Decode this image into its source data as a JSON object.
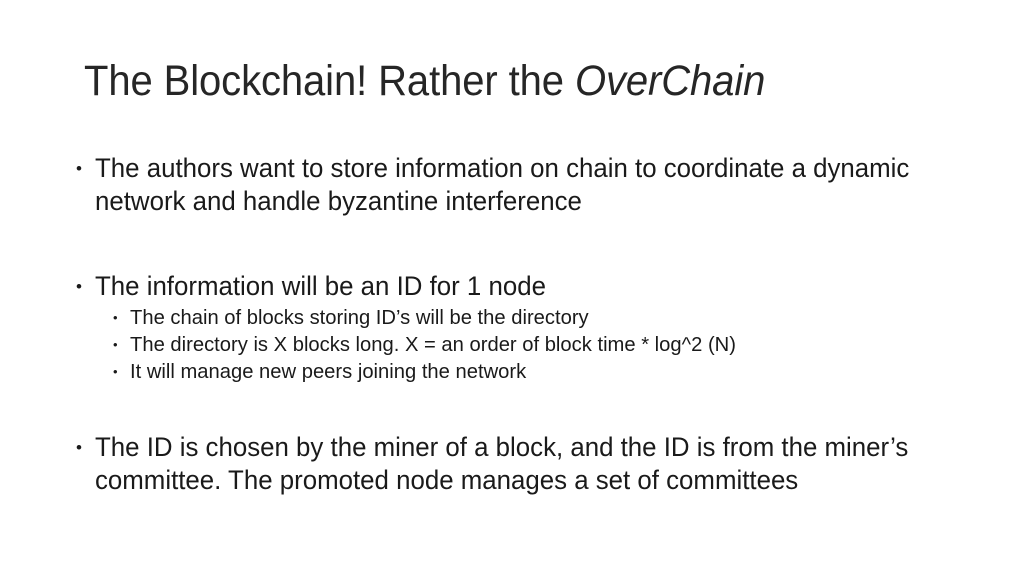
{
  "slide": {
    "background_color": "#ffffff",
    "text_color": "#1a1a1a",
    "title_color": "#262626",
    "title": {
      "lead": "The Blockchain! Rather the ",
      "emphasis": "OverChain",
      "full": "The Blockchain! Rather the OverChain"
    },
    "bullet_glyph": "•",
    "content": [
      {
        "level": 1,
        "text": "The authors want to store information on chain to coordinate a dynamic network and handle byzantine interference"
      },
      {
        "level": 1,
        "text": "The information will be an ID for 1 node"
      },
      {
        "level": 2,
        "text": "The chain of blocks storing ID’s will be the directory"
      },
      {
        "level": 2,
        "text": "The directory is X blocks long. X = an order of block time * log^2 (N)"
      },
      {
        "level": 2,
        "text": "It will manage new peers joining the network"
      },
      {
        "level": 1,
        "text": "The ID is chosen by the miner of a block, and the ID is from the miner’s committee. The promoted node manages a set of committees"
      }
    ]
  }
}
